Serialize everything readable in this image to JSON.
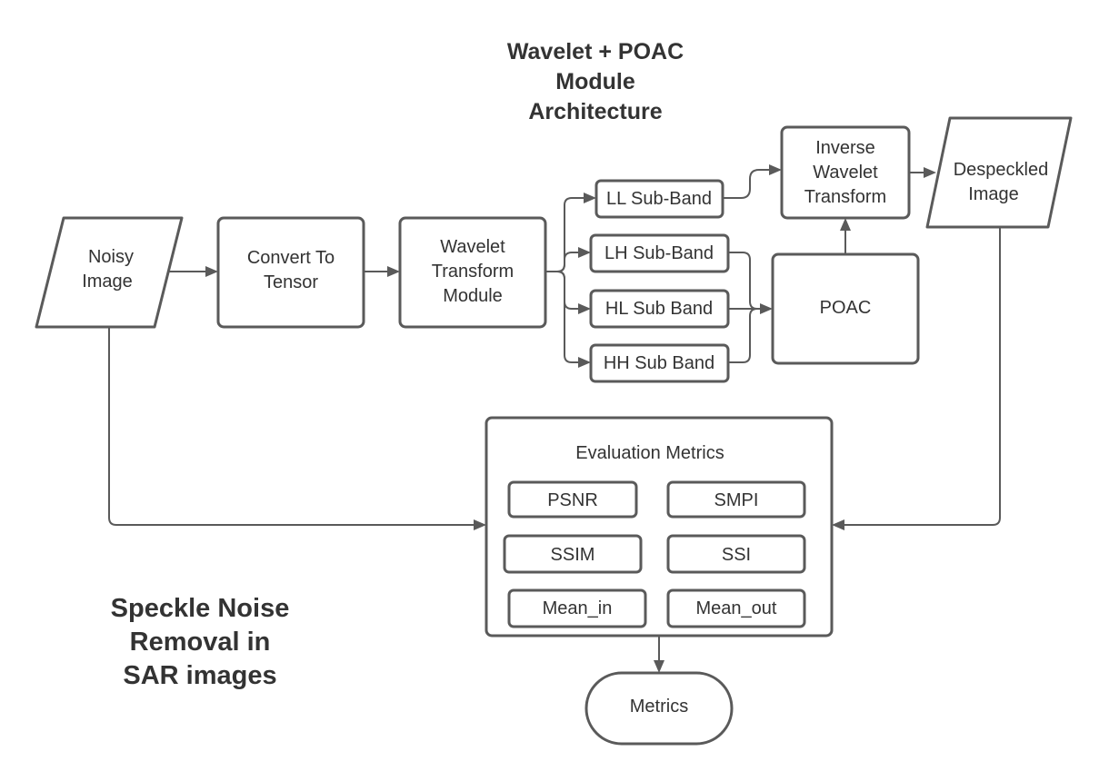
{
  "titles": {
    "module_title": [
      "Wavelet + POAC",
      "Module",
      "Architecture"
    ],
    "side_title": [
      "Speckle Noise",
      "Removal in",
      "SAR images"
    ]
  },
  "nodes": {
    "noisy_image": [
      "Noisy",
      "Image"
    ],
    "convert_to_tensor": [
      "Convert To",
      "Tensor"
    ],
    "wavelet_transform_module": [
      "Wavelet",
      "Transform",
      "Module"
    ],
    "ll_sub_band": [
      "LL Sub-Band"
    ],
    "lh_sub_band": [
      "LH Sub-Band"
    ],
    "hl_sub_band": [
      "HL Sub Band"
    ],
    "hh_sub_band": [
      "HH Sub Band"
    ],
    "inverse_wavelet_transform": [
      "Inverse",
      "Wavelet",
      "Transform"
    ],
    "despeckled_image": [
      "Despeckled",
      "Image"
    ],
    "poac": [
      "POAC"
    ],
    "evaluation_metrics": [
      "Evaluation Metrics"
    ],
    "metrics_terminal": [
      "Metrics"
    ]
  },
  "metrics": {
    "psnr": "PSNR",
    "smpi": "SMPI",
    "ssim": "SSIM",
    "ssi": "SSI",
    "mean_in": "Mean_in",
    "mean_out": "Mean_out"
  },
  "colors": {
    "stroke": "#5a5a5a",
    "text": "#333333",
    "background": "#ffffff"
  }
}
